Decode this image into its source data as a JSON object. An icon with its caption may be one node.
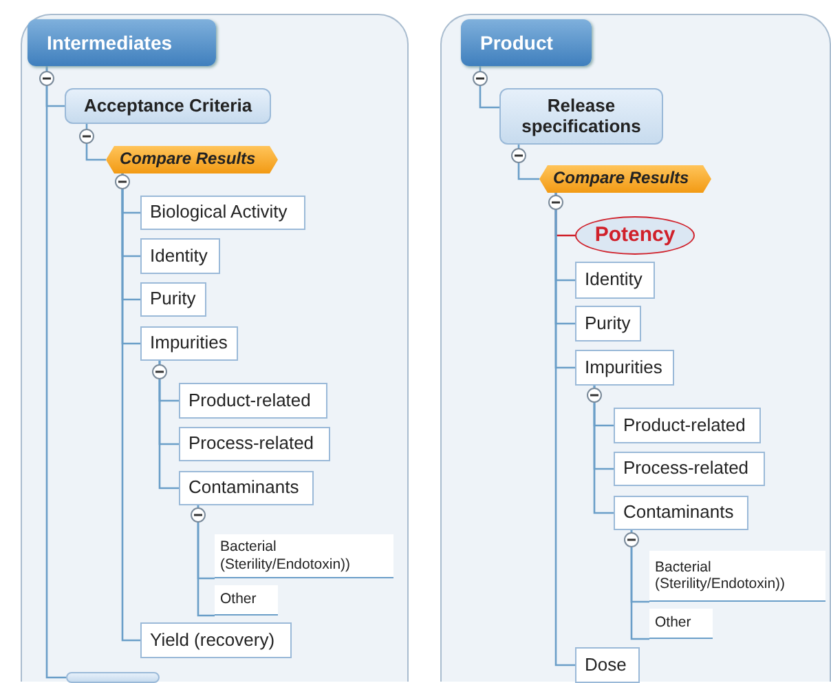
{
  "diagram": {
    "nodes": [
      {
        "text": [
          "Intermediates"
        ]
      },
      {
        "text": [
          "Acceptance Criteria"
        ]
      },
      {
        "text": [
          "Compare Results"
        ]
      },
      {
        "text": [
          "Biological Activity"
        ]
      },
      {
        "text": [
          "Identity"
        ]
      },
      {
        "text": [
          "Purity"
        ]
      },
      {
        "text": [
          "Impurities"
        ]
      },
      {
        "text": [
          "Product-related"
        ]
      },
      {
        "text": [
          "Process-related"
        ]
      },
      {
        "text": [
          "Contaminants"
        ]
      },
      {
        "text": [
          "Bacterial (Sterility/Endotoxin))"
        ]
      },
      {
        "text": [
          "Other"
        ]
      },
      {
        "text": [
          "Yield (recovery)"
        ]
      },
      {
        "text": [],
        "shape": "box"
      },
      {
        "text": [
          "Product"
        ]
      },
      {
        "text": [
          "Release specifications"
        ]
      },
      {
        "text": [
          "Compare Results"
        ]
      },
      {
        "text": [
          "Potency"
        ]
      },
      {
        "text": [
          "Identity"
        ]
      },
      {
        "text": [
          "Purity"
        ]
      },
      {
        "text": [
          "Impurities"
        ]
      },
      {
        "text": [
          "Product-related"
        ]
      },
      {
        "text": [
          "Process-related"
        ]
      },
      {
        "text": [
          "Contaminants"
        ]
      },
      {
        "text": [
          "Bacterial (Sterility/Endotoxin))"
        ]
      },
      {
        "text": [
          "Other"
        ]
      },
      {
        "text": [
          "Dose"
        ]
      }
    ],
    "edges": [
      {
        "from": 0,
        "to": 1,
        "arrow": "none"
      },
      {
        "from": 1,
        "to": 2,
        "arrow": "none"
      },
      {
        "from": 2,
        "to": 3,
        "arrow": "none"
      },
      {
        "from": 2,
        "to": 4,
        "arrow": "none"
      },
      {
        "from": 2,
        "to": 5,
        "arrow": "none"
      },
      {
        "from": 2,
        "to": 6,
        "arrow": "none"
      },
      {
        "from": 6,
        "to": 7,
        "arrow": "none"
      },
      {
        "from": 6,
        "to": 8,
        "arrow": "none"
      },
      {
        "from": 6,
        "to": 9,
        "arrow": "none"
      },
      {
        "from": 9,
        "to": 10,
        "arrow": "none"
      },
      {
        "from": 9,
        "to": 11,
        "arrow": "none"
      },
      {
        "from": 2,
        "to": 12,
        "arrow": "none"
      },
      {
        "from": 0,
        "to": 13,
        "arrow": "none"
      },
      {
        "from": 14,
        "to": 15,
        "arrow": "none"
      },
      {
        "from": 15,
        "to": 16,
        "arrow": "none"
      },
      {
        "from": 16,
        "to": 17,
        "arrow": "none",
        "color": "#d0202a"
      },
      {
        "from": 16,
        "to": 18,
        "arrow": "none"
      },
      {
        "from": 16,
        "to": 19,
        "arrow": "none"
      },
      {
        "from": 16,
        "to": 20,
        "arrow": "none"
      },
      {
        "from": 20,
        "to": 21,
        "arrow": "none"
      },
      {
        "from": 20,
        "to": 22,
        "arrow": "none"
      },
      {
        "from": 20,
        "to": 23,
        "arrow": "none"
      },
      {
        "from": 23,
        "to": 24,
        "arrow": "none"
      },
      {
        "from": 23,
        "to": 25,
        "arrow": "none"
      },
      {
        "from": 16,
        "to": 26,
        "arrow": "none"
      }
    ]
  }
}
